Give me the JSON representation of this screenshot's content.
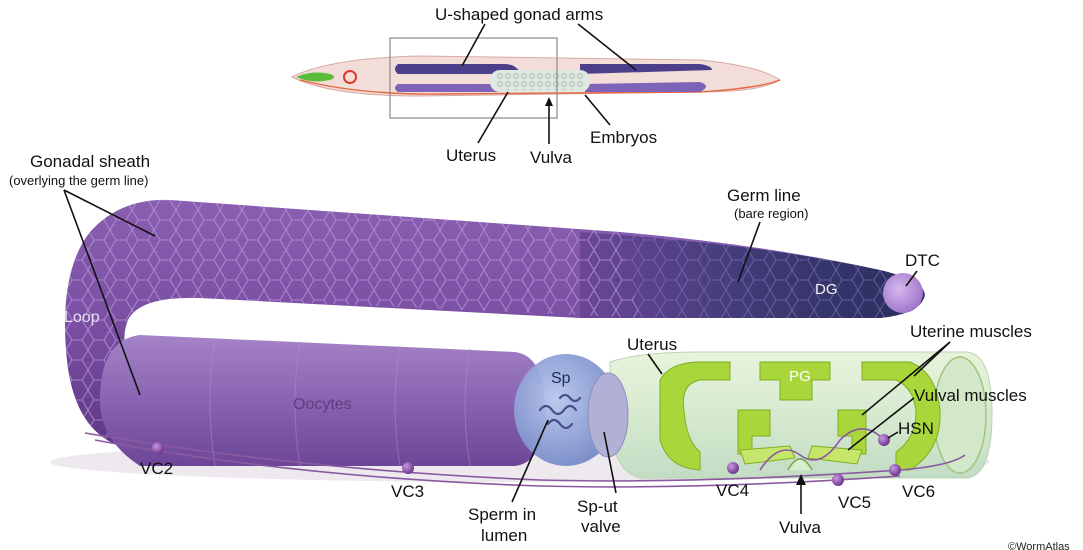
{
  "inset": {
    "gonad_arms_label": "U-shaped gonad arms",
    "uterus_label": "Uterus",
    "vulva_label": "Vulva",
    "embryos_label": "Embryos"
  },
  "main": {
    "gonadal_sheath_label": "Gonadal sheath",
    "gonadal_sheath_sub": "(overlying the germ line)",
    "germ_line_label": "Germ line",
    "germ_line_sub": "(bare region)",
    "dtc_label": "DTC",
    "dg_label": "DG",
    "loop_label": "Loop",
    "uterus_label": "Uterus",
    "uterine_muscles_label": "Uterine muscles",
    "pg_label": "PG",
    "vulval_muscles_label": "Vulval muscles",
    "sp_label": "Sp",
    "oocytes_label": "Oocytes",
    "hsn_label": "HSN",
    "vc2_label": "VC2",
    "vc3_label": "VC3",
    "vc4_label": "VC4",
    "vc5_label": "VC5",
    "vc6_label": "VC6",
    "sperm_label_line1": "Sperm in",
    "sperm_label_line2": "lumen",
    "sput_label_line1": "Sp-ut",
    "sput_label_line2": "valve",
    "vulva_label": "Vulva",
    "credit": "©WormAtlas"
  }
}
